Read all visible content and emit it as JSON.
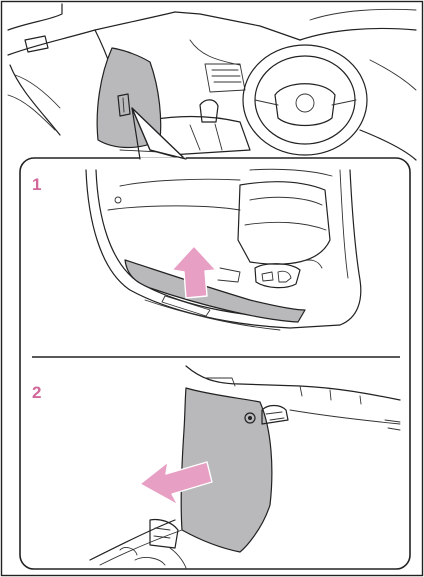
{
  "steps": [
    {
      "number": "1"
    },
    {
      "number": "2"
    }
  ],
  "colors": {
    "callout": "#d2679a",
    "arrow": "#e79fc3",
    "highlight_panel": "#b9b9bb",
    "line": "#222222"
  },
  "icons": [
    "direction-arrow-up",
    "direction-arrow-left"
  ]
}
